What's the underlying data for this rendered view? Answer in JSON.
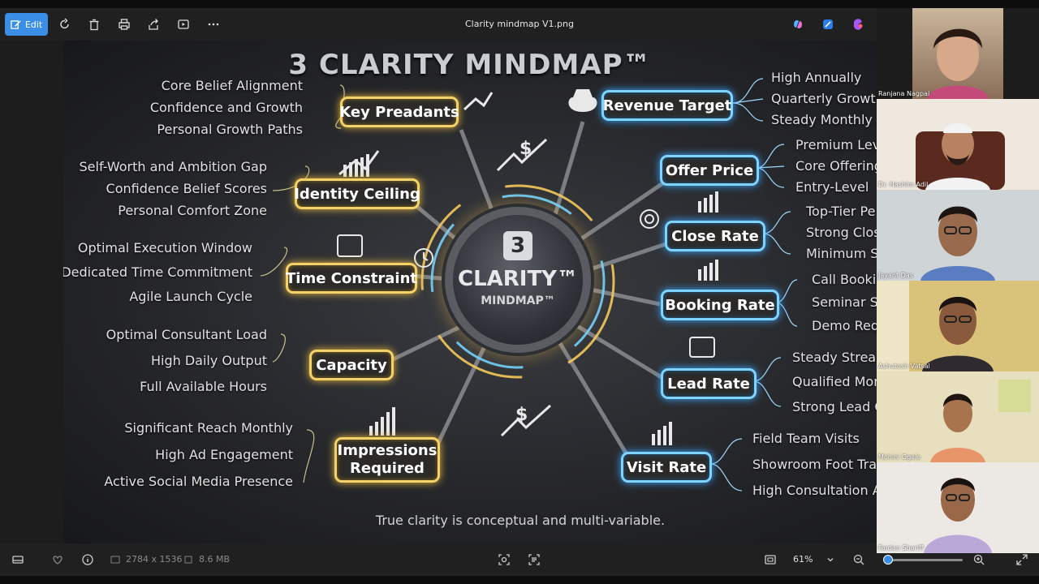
{
  "toolbar": {
    "edit_label": "Edit",
    "file_title": "Clarity mindmap V1.png"
  },
  "mindmap": {
    "title": "3 CLARITY MINDMAP™",
    "hub_number": "3",
    "hub_title": "CLARITY™",
    "hub_subtitle": "MINDMAP™",
    "footer": "True clarity is conceptual and multi-variable.",
    "left_nodes": [
      {
        "label": "Key Preadants",
        "leaves": [
          "Core Belief Alignment",
          "Confidence and Growth",
          "Personal Growth Paths"
        ]
      },
      {
        "label": "Identity Ceiling",
        "leaves": [
          "Self-Worth and Ambition Gap",
          "Confidence Belief Scores",
          "Personal Comfort Zone"
        ]
      },
      {
        "label": "Time Constraint",
        "leaves": [
          "Optimal Execution Window",
          "Dedicated Time Commitment",
          "Agile Launch Cycle"
        ]
      },
      {
        "label": "Capacity",
        "leaves": [
          "Optimal Consultant Load",
          "High Daily Output",
          "Full Available Hours"
        ]
      },
      {
        "label_line1": "Impressions",
        "label_line2": "Required",
        "leaves": [
          "Significant Reach Monthly",
          "High Ad Engagement",
          "Active Social Media Presence"
        ]
      }
    ],
    "right_nodes": [
      {
        "label": "Revenue Target",
        "leaves": [
          "High Annually",
          "Quarterly Growth",
          "Steady Monthly"
        ]
      },
      {
        "label": "Offer Price",
        "leaves": [
          "Premium Lev",
          "Core Offering",
          "Entry-Level"
        ]
      },
      {
        "label": "Close Rate",
        "leaves": [
          "Top-Tier Pe",
          "Strong Clos",
          "Minimum S"
        ]
      },
      {
        "label": "Booking Rate",
        "leaves": [
          "Call Bookin",
          "Seminar Si",
          "Demo Requ"
        ]
      },
      {
        "label": "Lead Rate",
        "leaves": [
          "Steady Stream",
          "Qualified Mon",
          "Strong Lead C"
        ]
      },
      {
        "label": "Visit Rate",
        "leaves": [
          "Field Team Visits",
          "Showroom Foot Traf",
          "High Consultation At"
        ]
      }
    ]
  },
  "status": {
    "dimensions": "2784 x 1536",
    "file_size": "8.6 MB",
    "zoom": "61%",
    "zoom_fraction": 0.05
  },
  "participants": [
    {
      "name": "Ranjana Nagpal"
    },
    {
      "name": "Dr. Hashim Adil"
    },
    {
      "name": "Jayant Das"
    },
    {
      "name": "Ashutosh Vatsal"
    },
    {
      "name": "Mohini Ogale"
    },
    {
      "name": "Fardan Shariff"
    }
  ],
  "colors": {
    "accent": "#3a8ee6",
    "gold": "#f3d26a",
    "blue": "#7fd4ff"
  }
}
